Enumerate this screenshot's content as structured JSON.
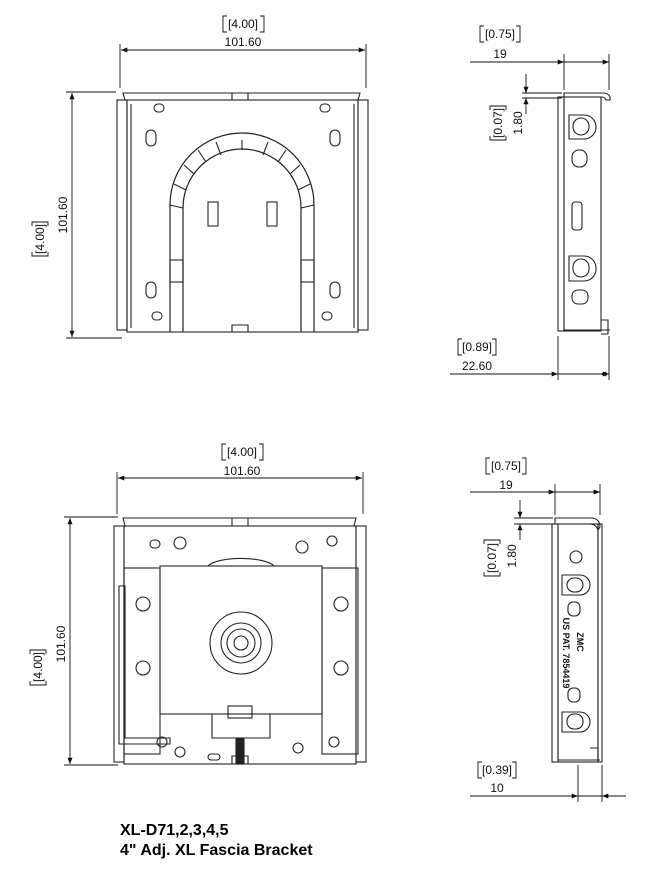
{
  "title": {
    "model": "XL-D71,2,3,4,5",
    "description": "4\" Adj. XL Fascia Bracket"
  },
  "dimensions": {
    "top_front_width": {
      "inch": "[4.00]",
      "mm": "101.60"
    },
    "top_front_height": {
      "inch": "[4.00]",
      "mm": "101.60"
    },
    "top_side_depth": {
      "inch": "[0.75]",
      "mm": "19"
    },
    "top_side_thickness": {
      "inch": "[0.07]",
      "mm": "1.80"
    },
    "top_side_base": {
      "inch": "[0.89]",
      "mm": "22.60"
    },
    "bottom_front_width": {
      "inch": "[4.00]",
      "mm": "101.60"
    },
    "bottom_front_height": {
      "inch": "[4.00]",
      "mm": "101.60"
    },
    "bottom_side_depth": {
      "inch": "[0.75]",
      "mm": "19"
    },
    "bottom_side_thickness": {
      "inch": "[0.07]",
      "mm": "1.80"
    },
    "bottom_side_base": {
      "inch": "[0.39]",
      "mm": "10"
    }
  },
  "stamp": {
    "brand": "ZMC",
    "patent": "US PAT. 7854419"
  }
}
